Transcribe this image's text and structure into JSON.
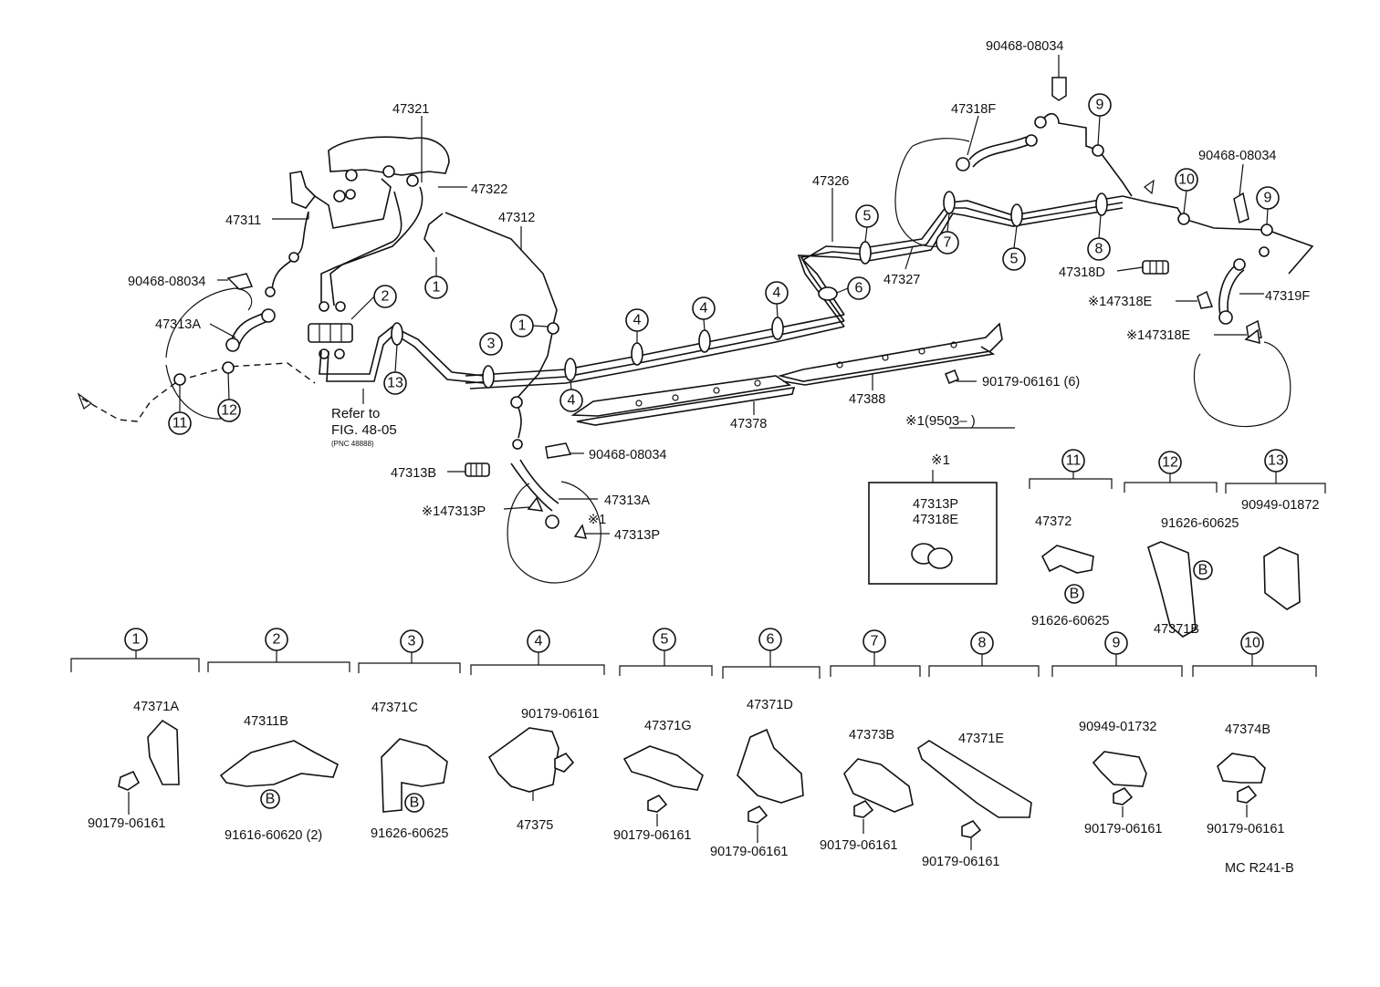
{
  "top_labels": {
    "p47321": "47321",
    "p47322": "47322",
    "p47311": "47311",
    "p47312": "47312",
    "p90468_a": "90468-08034",
    "p47313A_left": "47313A",
    "refer_1": "Refer to",
    "refer_2": "FIG. 48-05",
    "refer_3": "(PNC 48888)",
    "p47313B": "47313B",
    "p90468_b": "90468-08034",
    "p47313A_mid": "47313A",
    "p147313P_mid": "※147313P",
    "star1_mid": "※1",
    "p47313P_mid": "47313P",
    "p47378": "47378",
    "p47388": "47388",
    "p90179_6": "90179-06161 (6)",
    "p47326": "47326",
    "p47327": "47327",
    "p47318F": "47318F",
    "p90468_c": "90468-08034",
    "p90468_d": "90468-08034",
    "p47318D": "47318D",
    "p147318E_1": "※147318E",
    "p147318E_2": "※147318E",
    "p47319F": "47319F"
  },
  "star1_note": "※1(9503–       )",
  "star1_box": {
    "title": "※1",
    "line1": "47313P",
    "line2": "47318E"
  },
  "circled_numbers": [
    "1",
    "2",
    "3",
    "4",
    "5",
    "6",
    "7",
    "8",
    "9",
    "10",
    "11",
    "12",
    "13"
  ],
  "groups_right": {
    "g11": {
      "num": "11",
      "part": "47372",
      "bolt": "91626-60625"
    },
    "g12": {
      "num": "12",
      "bolt": "91626-60625",
      "part": "47371B"
    },
    "g13": {
      "num": "13",
      "part": "90949-01872"
    }
  },
  "groups_bottom": [
    {
      "num": "1",
      "part": "47371A",
      "nut": "90179-06161"
    },
    {
      "num": "2",
      "part": "47311B",
      "bolt": "91616-60620 (2)"
    },
    {
      "num": "3",
      "part": "47371C",
      "bolt": "91626-60625"
    },
    {
      "num": "4",
      "part": "47375",
      "nut": "90179-06161"
    },
    {
      "num": "5",
      "part": "47371G",
      "nut": "90179-06161"
    },
    {
      "num": "6",
      "part": "47371D",
      "nut": "90179-06161"
    },
    {
      "num": "7",
      "part": "47373B",
      "nut": "90179-06161"
    },
    {
      "num": "8",
      "part": "47371E",
      "nut": "90179-06161"
    },
    {
      "num": "9",
      "part": "90949-01732",
      "nut": "90179-06161"
    },
    {
      "num": "10",
      "part": "47374B",
      "nut": "90179-06161"
    }
  ],
  "bolt_marker": "B",
  "footer": "MC R241-B"
}
